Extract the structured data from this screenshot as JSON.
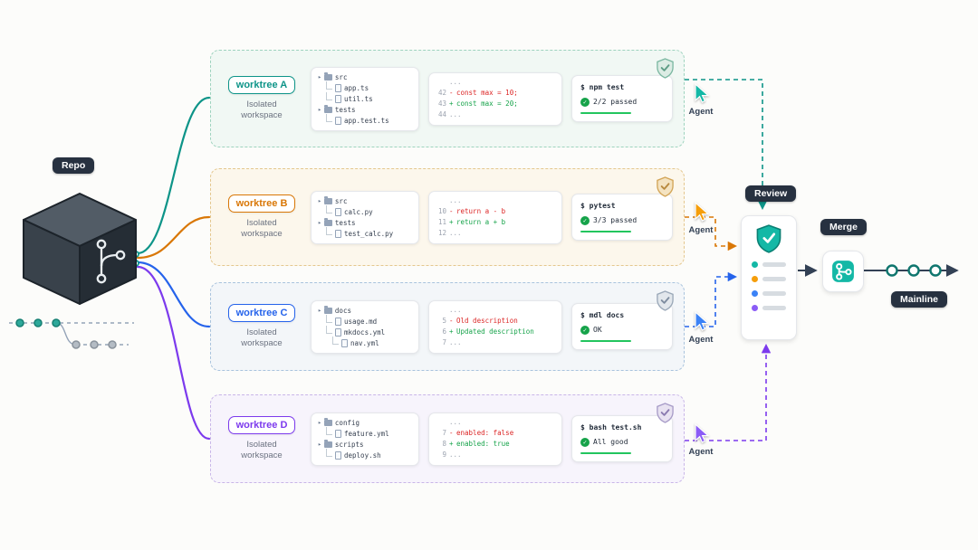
{
  "colors": {
    "teal": "#0d9488",
    "orange": "#d97706",
    "blue": "#2563eb",
    "purple": "#7c3aed",
    "diff_red": "#dc2626",
    "diff_green": "#16a34a",
    "badge_bg": "#273140",
    "check_green": "#16a34a"
  },
  "icons": {
    "chevron": "▸",
    "check": "✓"
  },
  "repo": {
    "label": "Repo"
  },
  "review": {
    "label": "Review"
  },
  "merge": {
    "label": "Merge"
  },
  "mainline": {
    "label": "Mainline"
  },
  "lanes": [
    {
      "name": "worktree A",
      "color": "#0d9488",
      "subtitle": "Isolated workspace",
      "files": [
        {
          "name": "src",
          "type": "folder"
        },
        {
          "name": "app.ts",
          "type": "file"
        },
        {
          "name": "util.ts",
          "type": "file"
        },
        {
          "name": "tests",
          "type": "folder"
        },
        {
          "name": "app.test.ts",
          "type": "file"
        }
      ],
      "diff": [
        {
          "num": "",
          "sign": "",
          "text": "..."
        },
        {
          "num": "42",
          "sign": "-",
          "text": "const max = 10;"
        },
        {
          "num": "43",
          "sign": "+",
          "text": "const max = 20;"
        },
        {
          "num": "44",
          "sign": "",
          "text": "..."
        }
      ],
      "terminal": {
        "cmd": "$ npm test",
        "result": "2/2 passed"
      },
      "agent_label": "Agent"
    },
    {
      "name": "worktree B",
      "color": "#d97706",
      "subtitle": "Isolated workspace",
      "files": [
        {
          "name": "src",
          "type": "folder"
        },
        {
          "name": "calc.py",
          "type": "file"
        },
        {
          "name": "tests",
          "type": "folder"
        },
        {
          "name": "test_calc.py",
          "type": "file"
        }
      ],
      "diff": [
        {
          "num": "",
          "sign": "",
          "text": "..."
        },
        {
          "num": "10",
          "sign": "-",
          "text": "return a - b"
        },
        {
          "num": "11",
          "sign": "+",
          "text": "return a + b"
        },
        {
          "num": "12",
          "sign": "",
          "text": "..."
        }
      ],
      "terminal": {
        "cmd": "$ pytest",
        "result": "3/3 passed"
      },
      "agent_label": "Agent"
    },
    {
      "name": "worktree C",
      "color": "#2563eb",
      "subtitle": "Isolated workspace",
      "files": [
        {
          "name": "docs",
          "type": "folder"
        },
        {
          "name": "usage.md",
          "type": "file"
        },
        {
          "name": "mkdocs.yml",
          "type": "file"
        },
        {
          "name": "nav.yml",
          "type": "file"
        }
      ],
      "diff": [
        {
          "num": "",
          "sign": "",
          "text": "..."
        },
        {
          "num": "5",
          "sign": "-",
          "text": "Old description"
        },
        {
          "num": "6",
          "sign": "+",
          "text": "Updated description"
        },
        {
          "num": "7",
          "sign": "",
          "text": "..."
        }
      ],
      "terminal": {
        "cmd": "$ mdl docs",
        "result": "OK"
      },
      "agent_label": "Agent"
    },
    {
      "name": "worktree D",
      "color": "#7c3aed",
      "subtitle": "Isolated workspace",
      "files": [
        {
          "name": "config",
          "type": "folder"
        },
        {
          "name": "feature.yml",
          "type": "file"
        },
        {
          "name": "scripts",
          "type": "folder"
        },
        {
          "name": "deploy.sh",
          "type": "file"
        }
      ],
      "diff": [
        {
          "num": "",
          "sign": "",
          "text": "..."
        },
        {
          "num": "7",
          "sign": "-",
          "text": "enabled: false"
        },
        {
          "num": "8",
          "sign": "+",
          "text": "enabled: true"
        },
        {
          "num": "9",
          "sign": "",
          "text": "..."
        }
      ],
      "terminal": {
        "cmd": "$ bash test.sh",
        "result": "All good"
      },
      "agent_label": "Agent"
    }
  ]
}
